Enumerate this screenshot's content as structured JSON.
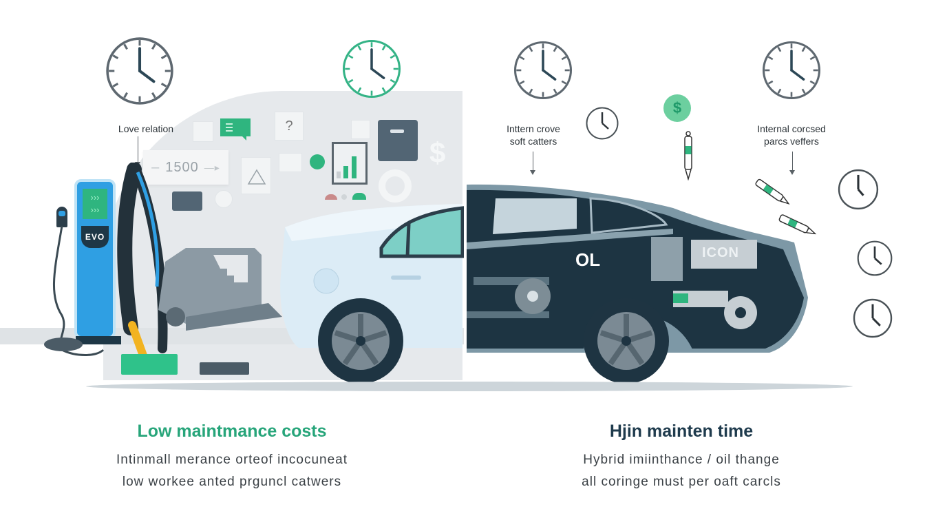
{
  "left_panel": {
    "callout": "Love relation",
    "counter_value": "1500",
    "charger_brand": "EVO",
    "heading": "Low maintmance costs",
    "lines": [
      "Intinmall merance orteof incocuneat",
      "low workee anted prguncl catwers"
    ]
  },
  "right_panel": {
    "callout_center": [
      "Inttern crove",
      "soft catters"
    ],
    "callout_right": [
      "Internal corcsed",
      "parcs veffers"
    ],
    "engine_labels": {
      "oil": "OL",
      "icon": "ICON"
    },
    "heading": "Hjin mainten time",
    "lines": [
      "Hybrid imiinthance / oil thange",
      "all coringe must per oaft carcls"
    ]
  },
  "icons": {
    "dollar_symbol": "$"
  },
  "colors": {
    "accent_green": "#27a57a",
    "heading_dark": "#1f3b4d",
    "charger_blue": "#2f9fe3",
    "car_left_body": "#dcecf6",
    "car_right_body": "#1d3442",
    "clock_stroke": "#5a6166"
  }
}
